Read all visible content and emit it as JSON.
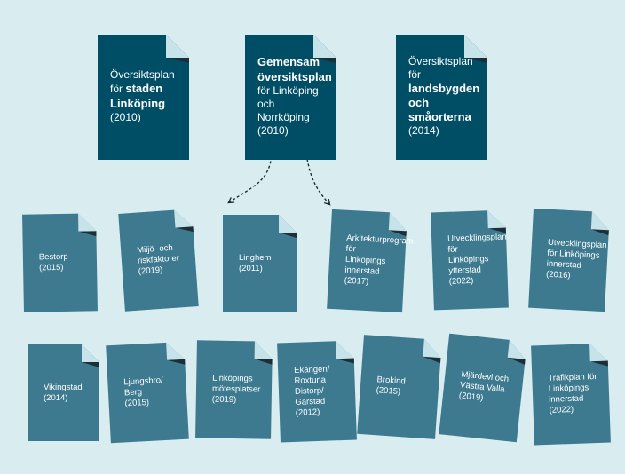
{
  "top": [
    {
      "lines": [
        {
          "t": "Översiktsplan"
        },
        {
          "t": "för ",
          "b": "staden"
        },
        {
          "b": "Linköping"
        },
        {
          "t": "(2010)"
        }
      ]
    },
    {
      "lines": [
        {
          "b": "Gemensam"
        },
        {
          "b": "översiktsplan"
        },
        {
          "t": "för Linköping och"
        },
        {
          "t": "Norrköping"
        },
        {
          "t": "(2010)"
        }
      ]
    },
    {
      "lines": [
        {
          "t": "Översiktsplan för"
        },
        {
          "b": "landsbygden"
        },
        {
          "b": "och"
        },
        {
          "b": "småorterna"
        },
        {
          "t": "(2014)"
        }
      ]
    }
  ],
  "row1": [
    {
      "lines": [
        "Bestorp",
        "(2015)"
      ]
    },
    {
      "lines": [
        "Miljö- och",
        "riskfaktorer",
        "(2019)"
      ]
    },
    {
      "lines": [
        "Linghem",
        "(2011)"
      ]
    },
    {
      "lines": [
        "Arkitekturprogram",
        "för Linköpings",
        "innerstad",
        "(2017)"
      ]
    },
    {
      "lines": [
        "Utvecklingsplan",
        "för Linköpings",
        "ytterstad",
        "(2022)"
      ]
    },
    {
      "lines": [
        "Utvecklingsplan",
        "för Linköpings",
        "innerstad",
        "(2016)"
      ]
    }
  ],
  "row2": [
    {
      "lines": [
        "Vikingstad",
        "(2014)"
      ]
    },
    {
      "lines": [
        "Ljungsbro/",
        "Berg",
        "(2015)"
      ]
    },
    {
      "lines": [
        "Linköpings",
        "mötesplatser",
        "(2019)"
      ]
    },
    {
      "lines": [
        "Ekängen/",
        "Roxtuna",
        "Distorp/",
        "Gärstad",
        "(2012)"
      ]
    },
    {
      "lines": [
        "Brokind",
        "(2015)"
      ]
    },
    {
      "lines": [
        "Mjärdevi och",
        "Västra Valla",
        "(2019)"
      ]
    },
    {
      "lines": [
        "Trafikplan för",
        "Linköpings",
        "innerstad",
        "(2022)"
      ]
    }
  ],
  "colors": {
    "background": "#d9edf1",
    "dark": "#004d66",
    "medium": "#3d7a8f",
    "fold": "#c7e3ea",
    "fold_shadow": "#1c2f38"
  }
}
